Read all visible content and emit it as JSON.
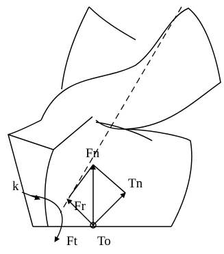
{
  "labels": {
    "fn": "Fn",
    "tn": "Tn",
    "fr": "Fr",
    "k": "k",
    "ft": "Ft",
    "to": "To"
  },
  "colors": {
    "stroke": "#000000",
    "background": "#ffffff"
  }
}
